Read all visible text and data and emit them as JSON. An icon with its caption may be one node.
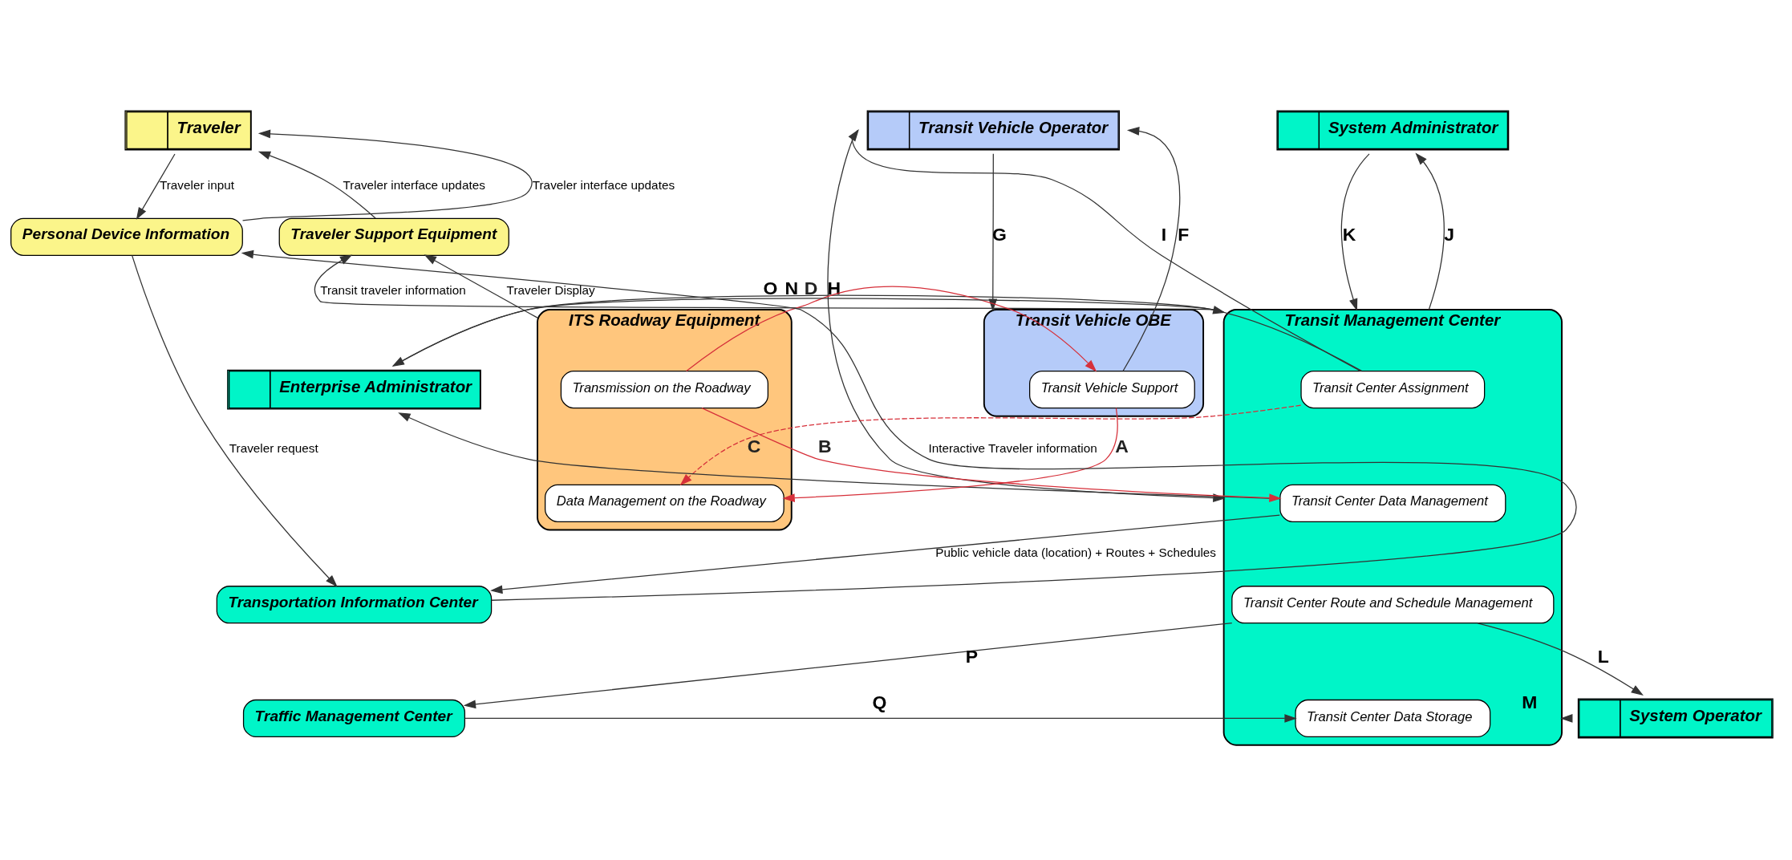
{
  "diagram": {
    "nodes": [
      {
        "text": [
          "Traveler"
        ]
      },
      {
        "text": [
          "System Administrator"
        ]
      },
      {
        "text": [
          "Transit Vehicle Operator"
        ]
      },
      {
        "text": [
          "Traveler Support Equipment"
        ]
      },
      {
        "text": [
          "Personal Device Information"
        ]
      },
      {
        "text": [
          "Transit Management Center"
        ]
      },
      {
        "text": [
          "Transit Center Assignment"
        ],
        "in": 5
      },
      {
        "text": [
          "Transit Center Data Management"
        ],
        "in": 5
      },
      {
        "text": [
          "Transit Center Route and Schedule Management"
        ],
        "in": 5
      },
      {
        "text": [
          "Transit Center Data Storage"
        ],
        "in": 5
      },
      {
        "text": [
          "ITS Roadway Equipment"
        ]
      },
      {
        "text": [
          "Transmission on the Roadway"
        ],
        "in": 10
      },
      {
        "text": [
          "Data Management on the Roadway"
        ],
        "in": 10
      },
      {
        "text": [
          "Transit Vehicle OBE"
        ]
      },
      {
        "text": [
          "Transit Vehicle Support"
        ],
        "in": 13
      },
      {
        "text": [
          "Enterprise Administrator"
        ]
      },
      {
        "text": [
          "Transportation Information Center"
        ]
      },
      {
        "text": [
          "Traffic Management Center"
        ]
      },
      {
        "text": [
          "System Operator"
        ]
      }
    ],
    "edges": [
      {
        "from": 3,
        "to": 0,
        "arrow": "to",
        "label": "Traveler interface updates"
      },
      {
        "from": 0,
        "to": 4,
        "arrow": "to",
        "label": "Traveler input"
      },
      {
        "from": 4,
        "to": 0,
        "arrow": "to",
        "label": "Traveler interface updates"
      },
      {
        "from": 4,
        "to": 16,
        "arrow": "to",
        "label": "Traveler request"
      },
      {
        "from": 16,
        "to": 4,
        "arrow": "to",
        "label": "Interactive Traveler information"
      },
      {
        "from": 5,
        "to": 3,
        "arrow": "to",
        "label": "Transit traveler information"
      },
      {
        "from": 10,
        "to": 3,
        "arrow": "to",
        "label": "Traveler Display"
      },
      {
        "from": 1,
        "to": 5,
        "arrow": "to",
        "label": "K"
      },
      {
        "from": 5,
        "to": 1,
        "arrow": "to",
        "label": "J"
      },
      {
        "from": 2,
        "to": 5,
        "arrow": "to",
        "label": "H"
      },
      {
        "from": 6,
        "to": 2,
        "arrow": "to",
        "label": "I"
      },
      {
        "from": 2,
        "to": 13,
        "arrow": "to",
        "label": "G"
      },
      {
        "from": 14,
        "to": 2,
        "arrow": "to",
        "label": "F"
      },
      {
        "from": 6,
        "to": 15,
        "arrow": "to",
        "label": "O"
      },
      {
        "from": 7,
        "to": 15,
        "arrow": "to"
      },
      {
        "from": 15,
        "to": 5,
        "arrow": "to",
        "label": "N"
      },
      {
        "from": 6,
        "to": 12,
        "arrow": "to",
        "label": "C",
        "style": "dashed",
        "color": "#d6303a"
      },
      {
        "from": 11,
        "to": 14,
        "arrow": "to",
        "label": "D",
        "color": "#d6303a"
      },
      {
        "from": 11,
        "to": 7,
        "arrow": "to",
        "label": "B",
        "color": "#d6303a"
      },
      {
        "from": 14,
        "to": 12,
        "arrow": "to",
        "label": "A",
        "color": "#d6303a"
      },
      {
        "from": 7,
        "to": 16,
        "arrow": "to",
        "label": "Public vehicle data (location) + Routes + Schedules"
      },
      {
        "from": 8,
        "to": 17,
        "arrow": "to",
        "label": "P"
      },
      {
        "from": 17,
        "to": 9,
        "arrow": "to",
        "label": "Q"
      },
      {
        "from": 8,
        "to": 18,
        "arrow": "to",
        "label": "L"
      },
      {
        "from": 18,
        "to": 5,
        "arrow": "to",
        "label": "M"
      }
    ]
  }
}
